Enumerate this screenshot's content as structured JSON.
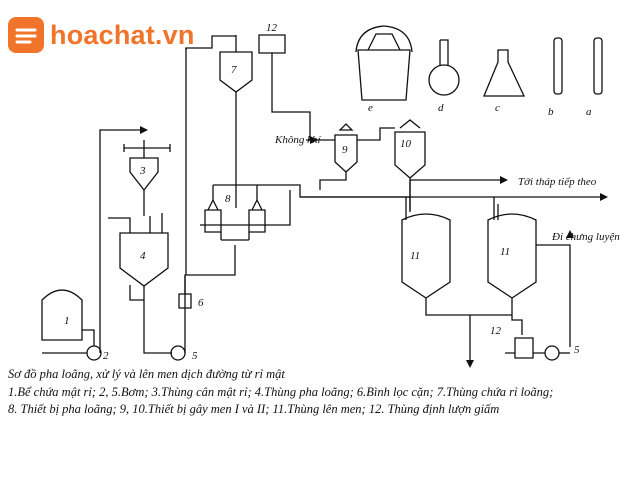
{
  "brand": {
    "name": "hoachat.vn",
    "color": "#f0752b"
  },
  "labels": {
    "air": "Không khí",
    "to_next_tower": "Tới tháp tiếp theo",
    "to_distillation": "Đi chưng luyện"
  },
  "numbers": {
    "n1": "1",
    "n2": "2",
    "n3": "3",
    "n4": "4",
    "n5a": "5",
    "n5b": "5",
    "n6": "6",
    "n7": "7",
    "n8": "8",
    "n9": "9",
    "n10": "10",
    "n11a": "11",
    "n11b": "11",
    "n12a": "12",
    "n12b": "12"
  },
  "vessels": {
    "e": "e",
    "d": "d",
    "c": "c",
    "b": "b",
    "a": "a"
  },
  "caption": {
    "title": "Sơ đồ pha loãng, xử lý và lên men dịch đường từ rỉ mật",
    "line1": "1.Bể chứa mật rỉ; 2, 5.Bơm; 3.Thùng cân mật rỉ; 4.Thùng pha loãng; 6.Bình lọc cặn; 7.Thùng chứa rỉ loãng;",
    "line2": "8. Thiết bị pha loãng; 9, 10.Thiết bị gây men I và II; 11.Thùng lên men;  12. Thùng định lượn giấm"
  }
}
